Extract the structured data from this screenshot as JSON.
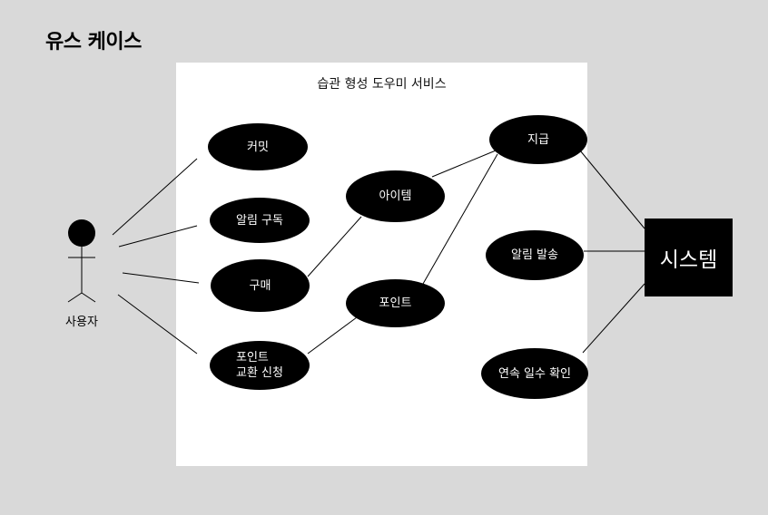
{
  "title": "유스 케이스",
  "system_boundary": {
    "label": "습관 형성 도우미 서비스"
  },
  "actor": {
    "label": "사용자"
  },
  "system_actor": {
    "label": "시스템"
  },
  "use_cases": {
    "commit": "커밋",
    "notification_subscribe": "알림 구독",
    "purchase": "구매",
    "point_exchange": "포인트\n교환 신청",
    "item": "아이템",
    "point": "포인트",
    "grant": "지급",
    "notification_send": "알림 발송",
    "streak_check": "연속 일수 확인"
  },
  "colors": {
    "background": "#d9d9d9",
    "boundary": "#ffffff",
    "shape": "#000000",
    "shape_text": "#ffffff"
  }
}
